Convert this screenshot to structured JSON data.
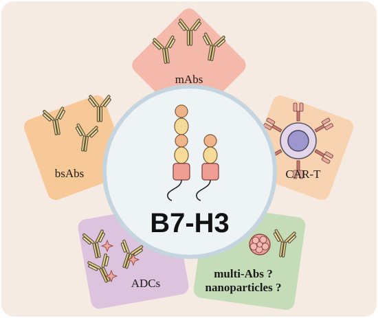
{
  "center": {
    "title": "B7-H3"
  },
  "panels": {
    "mabs": {
      "label": "mAbs"
    },
    "car_t": {
      "label": "CAR-T"
    },
    "bsabs": {
      "label": "bsAbs"
    },
    "adcs": {
      "label": "ADCs"
    },
    "multi": {
      "line1": "multi-Abs ?",
      "line2": "nanoparticles ?"
    }
  },
  "colors": {
    "background": "#f6ebe3",
    "mabs": "#f4b9aa",
    "car_t": "#f8d3b1",
    "bsabs": "#f7c998",
    "adcs": "#dcc3de",
    "multi": "#c5dcb8",
    "circle": "#eef3f5",
    "circle_border": "#c4d5df"
  }
}
